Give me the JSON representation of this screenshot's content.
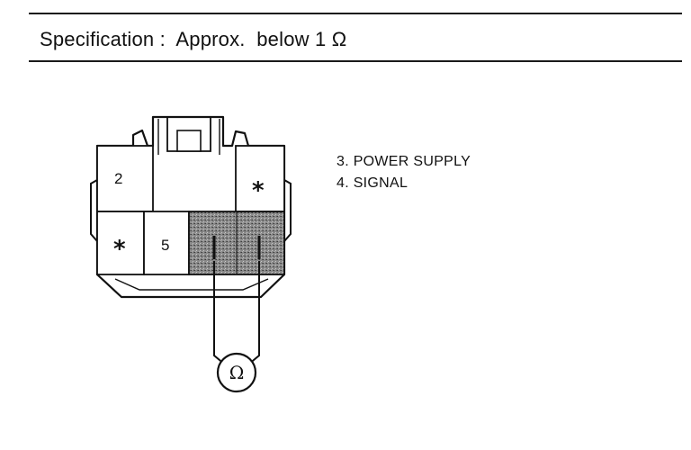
{
  "spec": {
    "label": "Specification",
    "separator": ":",
    "approx": "Approx.",
    "value": "below 1 Ω"
  },
  "connector": {
    "pins": {
      "top_left": "2",
      "top_right": "*",
      "bottom_left": "*",
      "bottom_middle": "5"
    },
    "meter_symbol": "Ω"
  },
  "legend": {
    "items": [
      "3. POWER SUPPLY",
      "4. SIGNAL"
    ]
  }
}
